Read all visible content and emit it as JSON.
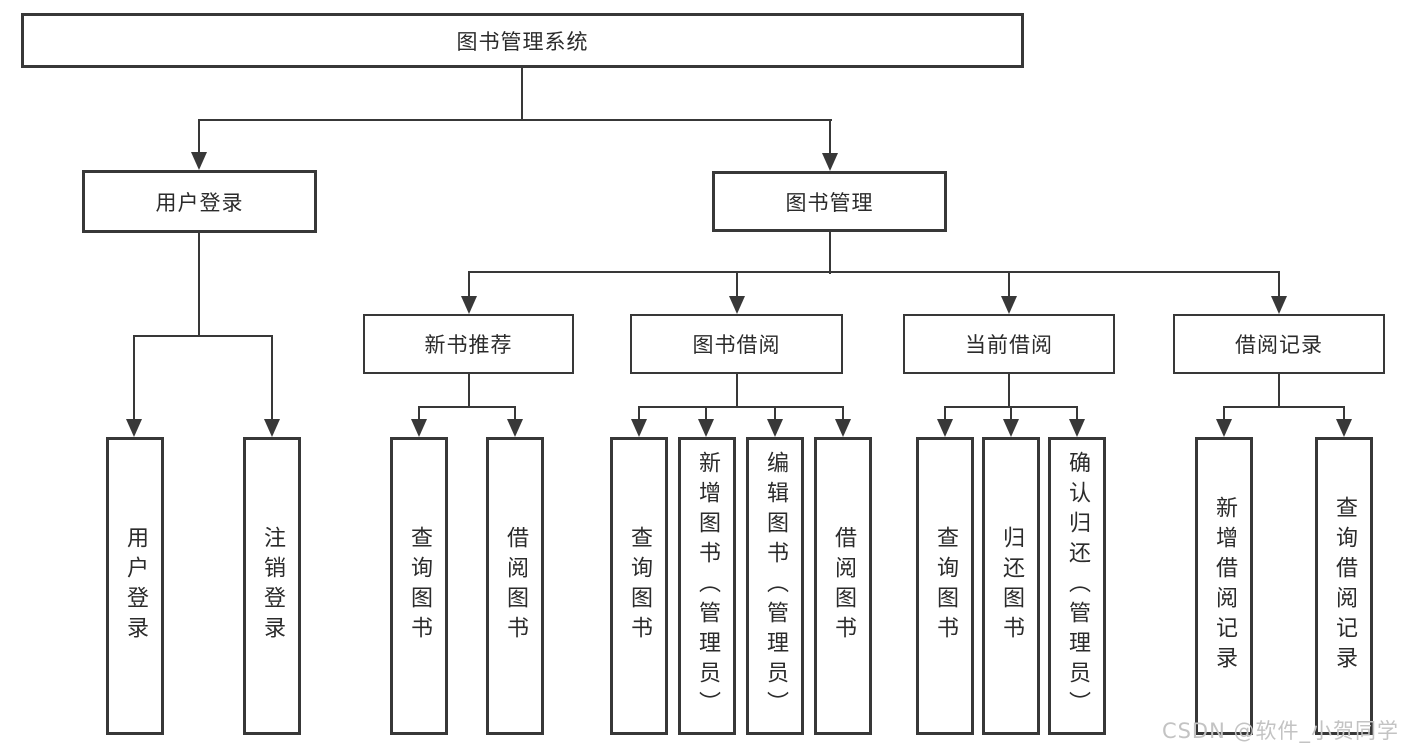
{
  "diagram": {
    "root": {
      "label": "图书管理系统"
    },
    "children": [
      {
        "label": "用户登录",
        "children": [
          {
            "label": "用户登录"
          },
          {
            "label": "注销登录"
          }
        ]
      },
      {
        "label": "图书管理",
        "children": [
          {
            "label": "新书推荐",
            "children": [
              {
                "label": "查询图书"
              },
              {
                "label": "借阅图书"
              }
            ]
          },
          {
            "label": "图书借阅",
            "children": [
              {
                "label": "查询图书"
              },
              {
                "label": "新增图书（管理员）"
              },
              {
                "label": "编辑图书（管理员）"
              },
              {
                "label": "借阅图书"
              }
            ]
          },
          {
            "label": "当前借阅",
            "children": [
              {
                "label": "查询图书"
              },
              {
                "label": "归还图书"
              },
              {
                "label": "确认归还（管理员）"
              }
            ]
          },
          {
            "label": "借阅记录",
            "children": [
              {
                "label": "新增借阅记录"
              },
              {
                "label": "查询借阅记录"
              }
            ]
          }
        ]
      }
    ]
  },
  "watermark": {
    "text": "CSDN @软件_小贺同学"
  },
  "colors": {
    "line": "#383838",
    "text": "#2b2b2b",
    "watermark": "#c3c3c3",
    "background": "#ffffff"
  }
}
